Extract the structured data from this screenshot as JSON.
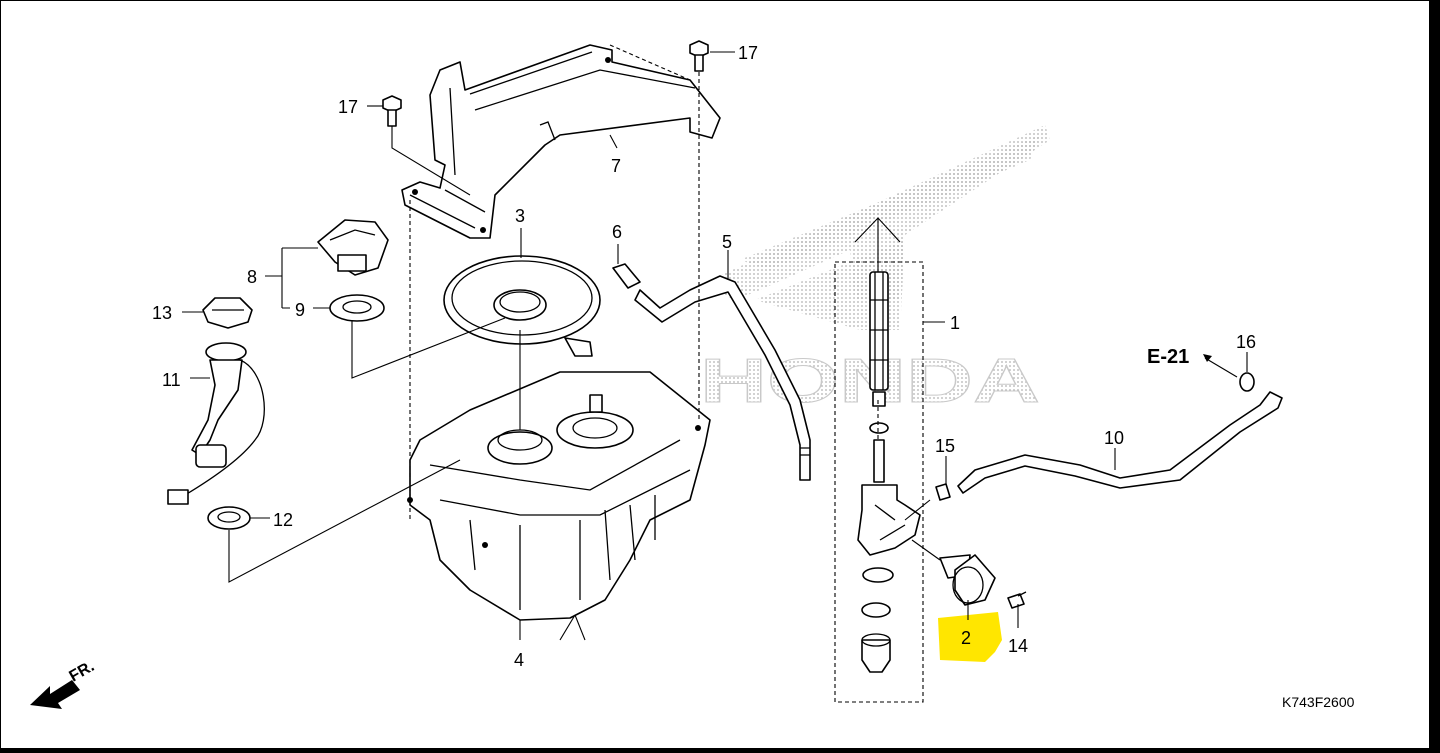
{
  "diagram": {
    "callouts": {
      "c1": "1",
      "c2": "2",
      "c3": "3",
      "c4": "4",
      "c5": "5",
      "c6": "6",
      "c7": "7",
      "c8": "8",
      "c9": "9",
      "c10": "10",
      "c11": "11",
      "c12": "12",
      "c13": "13",
      "c14": "14",
      "c15": "15",
      "c16": "16",
      "c17a": "17",
      "c17b": "17"
    },
    "reference": "E-21",
    "front_marker": "FR.",
    "drawing_code": "K743F2600",
    "watermark_text": "HONDA",
    "highlighted_part": "2",
    "colors": {
      "highlight": "#ffe600",
      "line": "#000000",
      "watermark": "#b8b8b8"
    }
  }
}
